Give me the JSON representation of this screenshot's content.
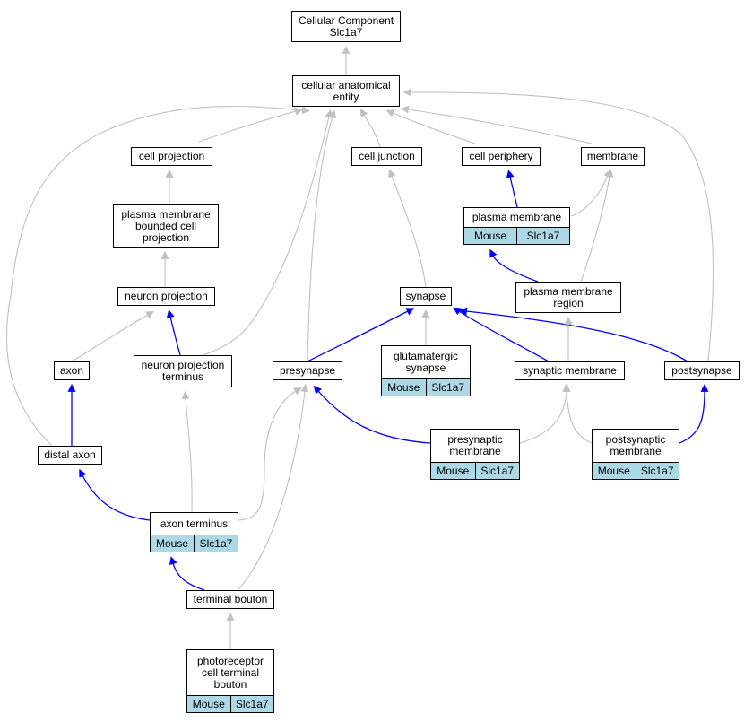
{
  "diagram": {
    "colors": {
      "is_a_edge": "#c0c0c0",
      "part_of_edge": "#0000ff",
      "annotation_bg": "#add8e6",
      "node_border": "#000000"
    },
    "nodes": [
      {
        "id": "cc",
        "lines": [
          "Cellular Component",
          "Slc1a7"
        ]
      },
      {
        "id": "cae",
        "lines": [
          "cellular anatomical",
          "entity"
        ]
      },
      {
        "id": "cellproj",
        "lines": [
          "cell projection"
        ]
      },
      {
        "id": "celljunc",
        "lines": [
          "cell junction"
        ]
      },
      {
        "id": "cellper",
        "lines": [
          "cell periphery"
        ]
      },
      {
        "id": "membrane",
        "lines": [
          "membrane"
        ]
      },
      {
        "id": "pmbcp",
        "lines": [
          "plasma membrane",
          "bounded cell",
          "projection"
        ]
      },
      {
        "id": "pm",
        "lines": [
          "plasma membrane"
        ],
        "annotation": [
          "Mouse",
          "Slc1a7"
        ]
      },
      {
        "id": "neuproj",
        "lines": [
          "neuron projection"
        ]
      },
      {
        "id": "synapse",
        "lines": [
          "synapse"
        ]
      },
      {
        "id": "pmr",
        "lines": [
          "plasma membrane",
          "region"
        ]
      },
      {
        "id": "axon",
        "lines": [
          "axon"
        ]
      },
      {
        "id": "npt",
        "lines": [
          "neuron projection",
          "terminus"
        ]
      },
      {
        "id": "presyn",
        "lines": [
          "presynapse"
        ]
      },
      {
        "id": "gluts",
        "lines": [
          "glutamatergic",
          "synapse"
        ],
        "annotation": [
          "Mouse",
          "Slc1a7"
        ]
      },
      {
        "id": "synmem",
        "lines": [
          "synaptic membrane"
        ]
      },
      {
        "id": "postsyn",
        "lines": [
          "postsynapse"
        ]
      },
      {
        "id": "distaxon",
        "lines": [
          "distal axon"
        ]
      },
      {
        "id": "presynmem",
        "lines": [
          "presynaptic",
          "membrane"
        ],
        "annotation": [
          "Mouse",
          "Slc1a7"
        ]
      },
      {
        "id": "postsynmem",
        "lines": [
          "postsynaptic",
          "membrane"
        ],
        "annotation": [
          "Mouse",
          "Slc1a7"
        ]
      },
      {
        "id": "axonterm",
        "lines": [
          "axon terminus"
        ],
        "annotation": [
          "Mouse",
          "Slc1a7"
        ]
      },
      {
        "id": "termbouton",
        "lines": [
          "terminal bouton"
        ]
      },
      {
        "id": "photo",
        "lines": [
          "photoreceptor",
          "cell terminal",
          "bouton"
        ],
        "annotation": [
          "Mouse",
          "Slc1a7"
        ]
      }
    ],
    "edges": [
      {
        "from": "cae",
        "to": "cc",
        "type": "is_a"
      },
      {
        "from": "cellproj",
        "to": "cae",
        "type": "is_a"
      },
      {
        "from": "celljunc",
        "to": "cae",
        "type": "is_a"
      },
      {
        "from": "cellper",
        "to": "cae",
        "type": "is_a"
      },
      {
        "from": "membrane",
        "to": "cae",
        "type": "is_a"
      },
      {
        "from": "distaxon",
        "to": "cae",
        "type": "is_a"
      },
      {
        "from": "npt",
        "to": "cae",
        "type": "is_a"
      },
      {
        "from": "presyn",
        "to": "cae",
        "type": "is_a"
      },
      {
        "from": "postsyn",
        "to": "cae",
        "type": "is_a"
      },
      {
        "from": "pmbcp",
        "to": "cellproj",
        "type": "is_a"
      },
      {
        "from": "neuproj",
        "to": "pmbcp",
        "type": "is_a"
      },
      {
        "from": "pm",
        "to": "cellper",
        "type": "part_of"
      },
      {
        "from": "pm",
        "to": "membrane",
        "type": "is_a"
      },
      {
        "from": "pmr",
        "to": "membrane",
        "type": "is_a"
      },
      {
        "from": "pmr",
        "to": "pm",
        "type": "part_of"
      },
      {
        "from": "synapse",
        "to": "celljunc",
        "type": "is_a"
      },
      {
        "from": "axon",
        "to": "neuproj",
        "type": "is_a"
      },
      {
        "from": "npt",
        "to": "neuproj",
        "type": "part_of"
      },
      {
        "from": "presyn",
        "to": "synapse",
        "type": "part_of"
      },
      {
        "from": "gluts",
        "to": "synapse",
        "type": "is_a"
      },
      {
        "from": "synmem",
        "to": "synapse",
        "type": "part_of"
      },
      {
        "from": "postsyn",
        "to": "synapse",
        "type": "part_of"
      },
      {
        "from": "synmem",
        "to": "pmr",
        "type": "is_a"
      },
      {
        "from": "distaxon",
        "to": "axon",
        "type": "part_of"
      },
      {
        "from": "presynmem",
        "to": "presyn",
        "type": "part_of"
      },
      {
        "from": "presynmem",
        "to": "synmem",
        "type": "is_a"
      },
      {
        "from": "postsynmem",
        "to": "synmem",
        "type": "is_a"
      },
      {
        "from": "postsynmem",
        "to": "postsyn",
        "type": "part_of"
      },
      {
        "from": "axonterm",
        "to": "distaxon",
        "type": "part_of"
      },
      {
        "from": "axonterm",
        "to": "npt",
        "type": "is_a"
      },
      {
        "from": "axonterm",
        "to": "presyn",
        "type": "is_a"
      },
      {
        "from": "termbouton",
        "to": "axonterm",
        "type": "part_of"
      },
      {
        "from": "termbouton",
        "to": "presyn",
        "type": "is_a"
      },
      {
        "from": "photo",
        "to": "termbouton",
        "type": "is_a"
      }
    ]
  }
}
